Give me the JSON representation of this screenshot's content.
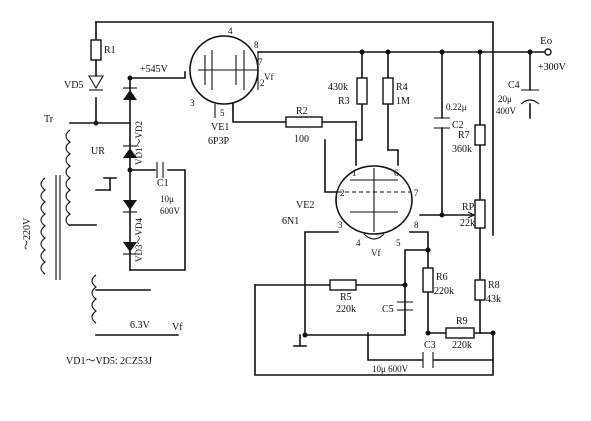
{
  "labels": {
    "r1": "R1",
    "vd5": "VD5",
    "tr": "Tr",
    "ur": "UR",
    "v545": "+545V",
    "vd1_vd2": "VD1～VD2",
    "vd3_vd4": "VD3～VD4",
    "c1": "C1",
    "c1_val": "10μ",
    "c1_volt": "600V",
    "mains": "～220V",
    "heater_v": "6.3V",
    "vf": "Vf",
    "note": "VD1～VD5: 2CZ53J",
    "ve1": "VE1",
    "ve1_type": "6P3P",
    "pin_4": "4",
    "pin_8": "8",
    "pin_7": "7",
    "pin_2": "2",
    "pin_3": "3",
    "pin_5": "5",
    "r2": "R2",
    "r2_val": "100",
    "r3_val": "430k",
    "r3": "R3",
    "r4": "R4",
    "r4_val": "1M",
    "c2_val": "0.22μ",
    "c2": "C2",
    "r7": "R7",
    "r7_val": "360k",
    "eo": "Eo",
    "out_v": "+300V",
    "c4": "C4",
    "c4_val": "20μ",
    "c4_volt": "400V",
    "ve2": "VE2",
    "ve2_type": "6N1",
    "t2_pin1": "1",
    "t2_pin6": "6",
    "t2_pin2": "2",
    "t2_pin7": "7",
    "t2_pin3": "3",
    "t2_pin8": "8",
    "t2_pin4": "4",
    "t2_pin5": "5",
    "rp": "RP",
    "rp_val": "22k",
    "r5": "R5",
    "r5_val": "220k",
    "c5": "C5",
    "r6": "R6",
    "r6_val": "220k",
    "r8": "R8",
    "r8_val": "43k",
    "r9": "R9",
    "r9_val": "220k",
    "c3": "C3",
    "c3_val": "10μ 600V"
  }
}
